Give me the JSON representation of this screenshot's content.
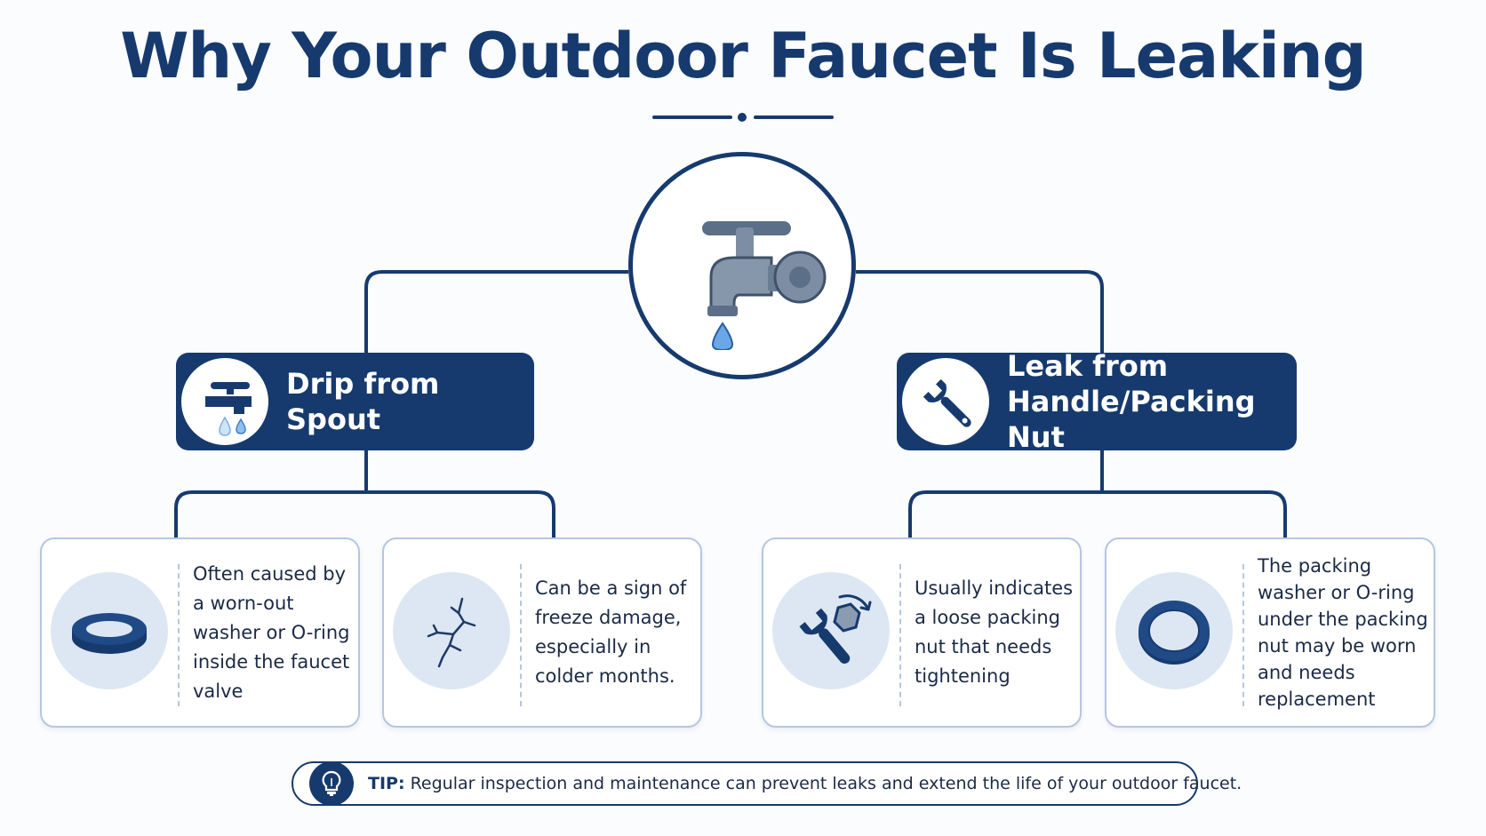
{
  "title": "Why Your Outdoor Faucet Is Leaking",
  "hub": {
    "icon": "dripping-faucet-icon"
  },
  "categories": [
    {
      "label": "Drip from Spout",
      "icon": "faucet-drip-icon",
      "causes": [
        {
          "icon": "washer-icon",
          "text": "Often caused by a worn-out washer or O-ring inside the faucet valve"
        },
        {
          "icon": "crack-icon",
          "text": "Can be a sign of freeze damage, especially in colder months."
        }
      ]
    },
    {
      "label": "Leak from Handle/Packing Nut",
      "icon": "wrench-icon",
      "causes": [
        {
          "icon": "wrench-nut-icon",
          "text": "Usually indicates a loose packing nut that needs tightening"
        },
        {
          "icon": "o-ring-icon",
          "text": "The packing washer or O-ring under the packing nut may be worn and needs replacement"
        }
      ]
    }
  ],
  "tip": {
    "label": "TIP:",
    "text": "Regular inspection and maintenance can prevent leaks and extend the life of your outdoor faucet.",
    "icon": "lightbulb-icon"
  },
  "colors": {
    "navy": "#163a6e",
    "light_blue": "#dde7f3",
    "card_border": "#b5c6e0"
  }
}
